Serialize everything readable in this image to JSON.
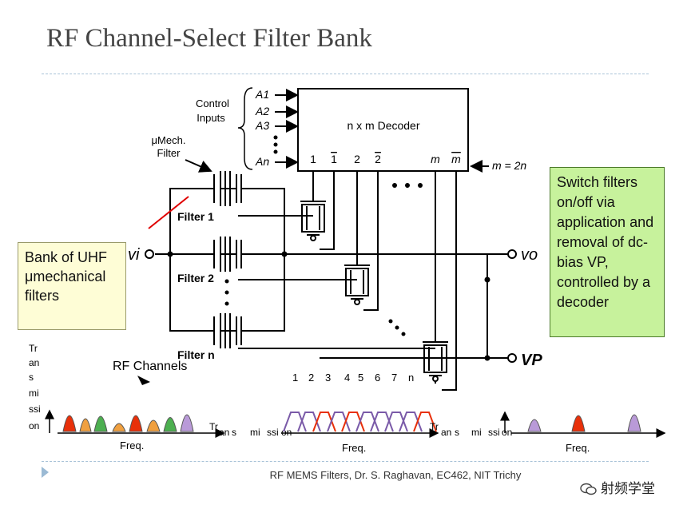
{
  "slide": {
    "title": "RF Channel-Select Filter Bank",
    "footer": "RF MEMS Filters, Dr. S. Raghavan, EC462, NIT Trichy",
    "watermark": "射频学堂"
  },
  "decoder": {
    "control_label_1": "Control",
    "control_label_2": "Inputs",
    "label": "n x m Decoder",
    "inputs": [
      "A1",
      "A2",
      "A3",
      "An"
    ],
    "outputs": [
      "1",
      "1",
      "2",
      "2",
      "m",
      "m"
    ],
    "m_eq": "m = 2n"
  },
  "filters": {
    "mech_label_1": "μMech.",
    "mech_label_2": "Filter",
    "names": [
      "Filter 1",
      "Filter 2",
      "Filter n"
    ],
    "vi": "vi",
    "vo": "vo",
    "vp": "VP"
  },
  "notes": {
    "left": "Bank of UHF μmechanical filters",
    "right": "Switch filters on/off via application and removal of dc-bias VP, controlled by a decoder"
  },
  "spectrum": {
    "rf_channels": "RF Channels",
    "channel_numbers": [
      "1",
      "2",
      "3",
      "4",
      "5",
      "6",
      "7",
      "n"
    ],
    "y_label_1": [
      "Tr",
      "an",
      "s",
      "mi",
      "ssi",
      "on"
    ],
    "y_label_2": [
      "Tr",
      "an",
      "s",
      "mi",
      "ssi",
      "on"
    ],
    "y_label_3": [
      "Tr",
      "an",
      "s",
      "mi",
      "ssi",
      "on"
    ],
    "x_label": "Freq."
  },
  "colors": {
    "red": "#e8300a",
    "orange": "#f0a040",
    "green": "#4caf50",
    "purple": "#b99ad8",
    "passband": "#7a5aa8"
  }
}
